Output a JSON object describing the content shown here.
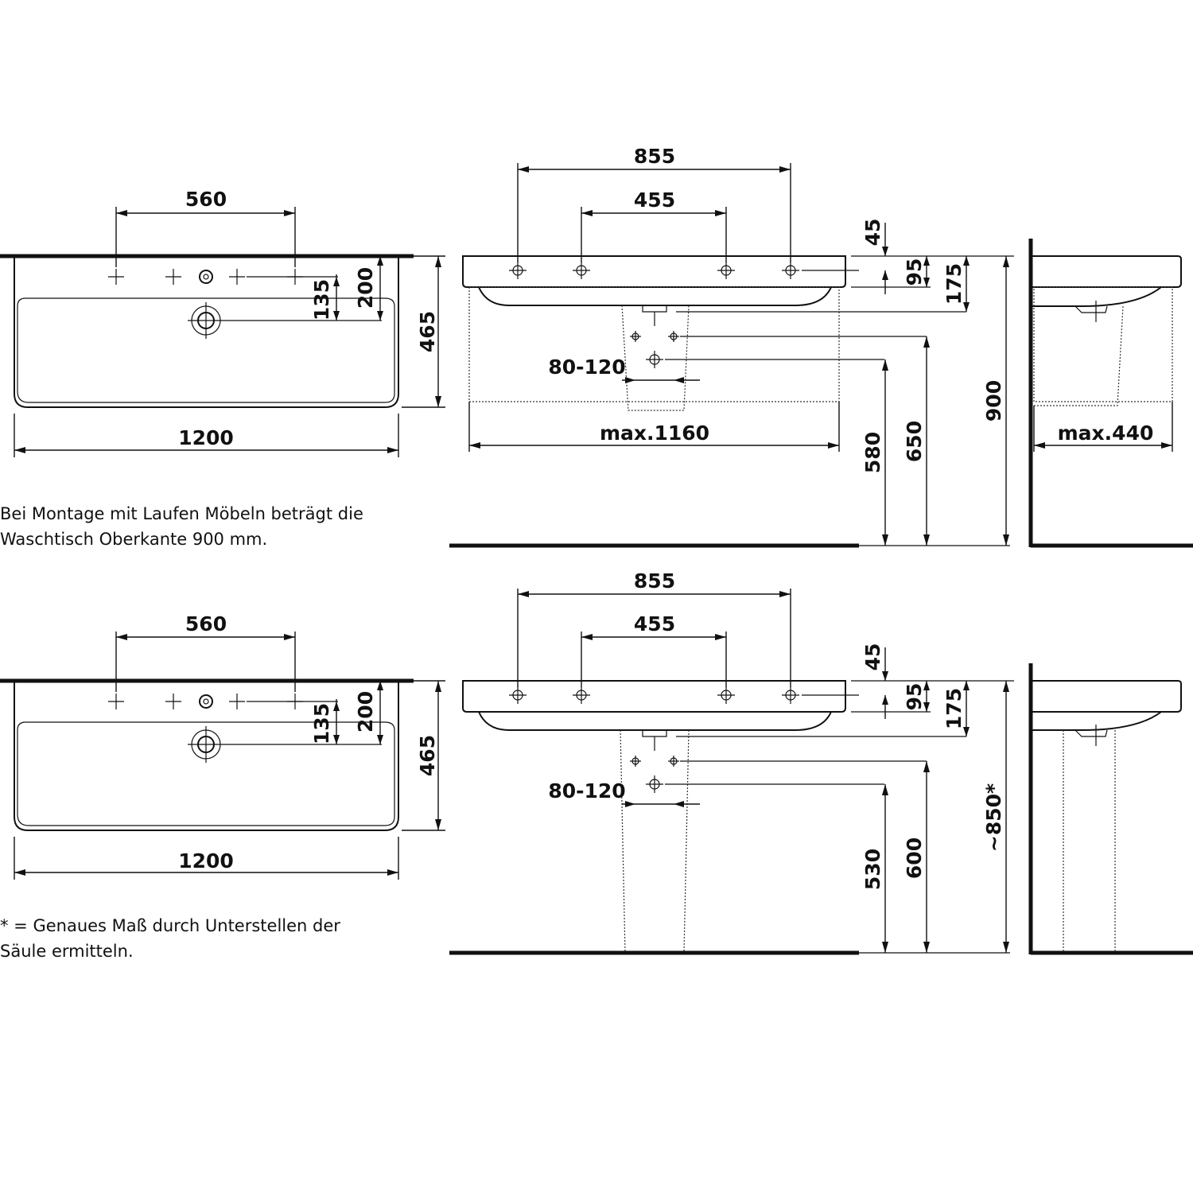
{
  "top_set": {
    "plan": {
      "width": "1200",
      "depth": "465",
      "tap_spacing": "560",
      "d135": "135",
      "d200": "200"
    },
    "front": {
      "outer_holes": "855",
      "inner_holes": "455",
      "bracket": "80-120",
      "cabinet": "max.1160",
      "d45": "45",
      "d95": "95",
      "d175": "175",
      "h580": "580",
      "h650": "650",
      "h900": "900"
    },
    "side": {
      "depth": "max.440"
    },
    "note": [
      "Bei Montage mit Laufen Möbeln beträgt die",
      "Waschtisch Oberkante 900 mm."
    ]
  },
  "bottom_set": {
    "plan": {
      "width": "1200",
      "depth": "465",
      "tap_spacing": "560",
      "d135": "135",
      "d200": "200"
    },
    "front": {
      "outer_holes": "855",
      "inner_holes": "455",
      "bracket": "80-120",
      "d45": "45",
      "d95": "95",
      "d175": "175",
      "h530": "530",
      "h600": "600",
      "h850": "~850*"
    },
    "note": [
      "* = Genaues Maß durch Unterstellen der",
      "Säule ermitteln."
    ]
  }
}
